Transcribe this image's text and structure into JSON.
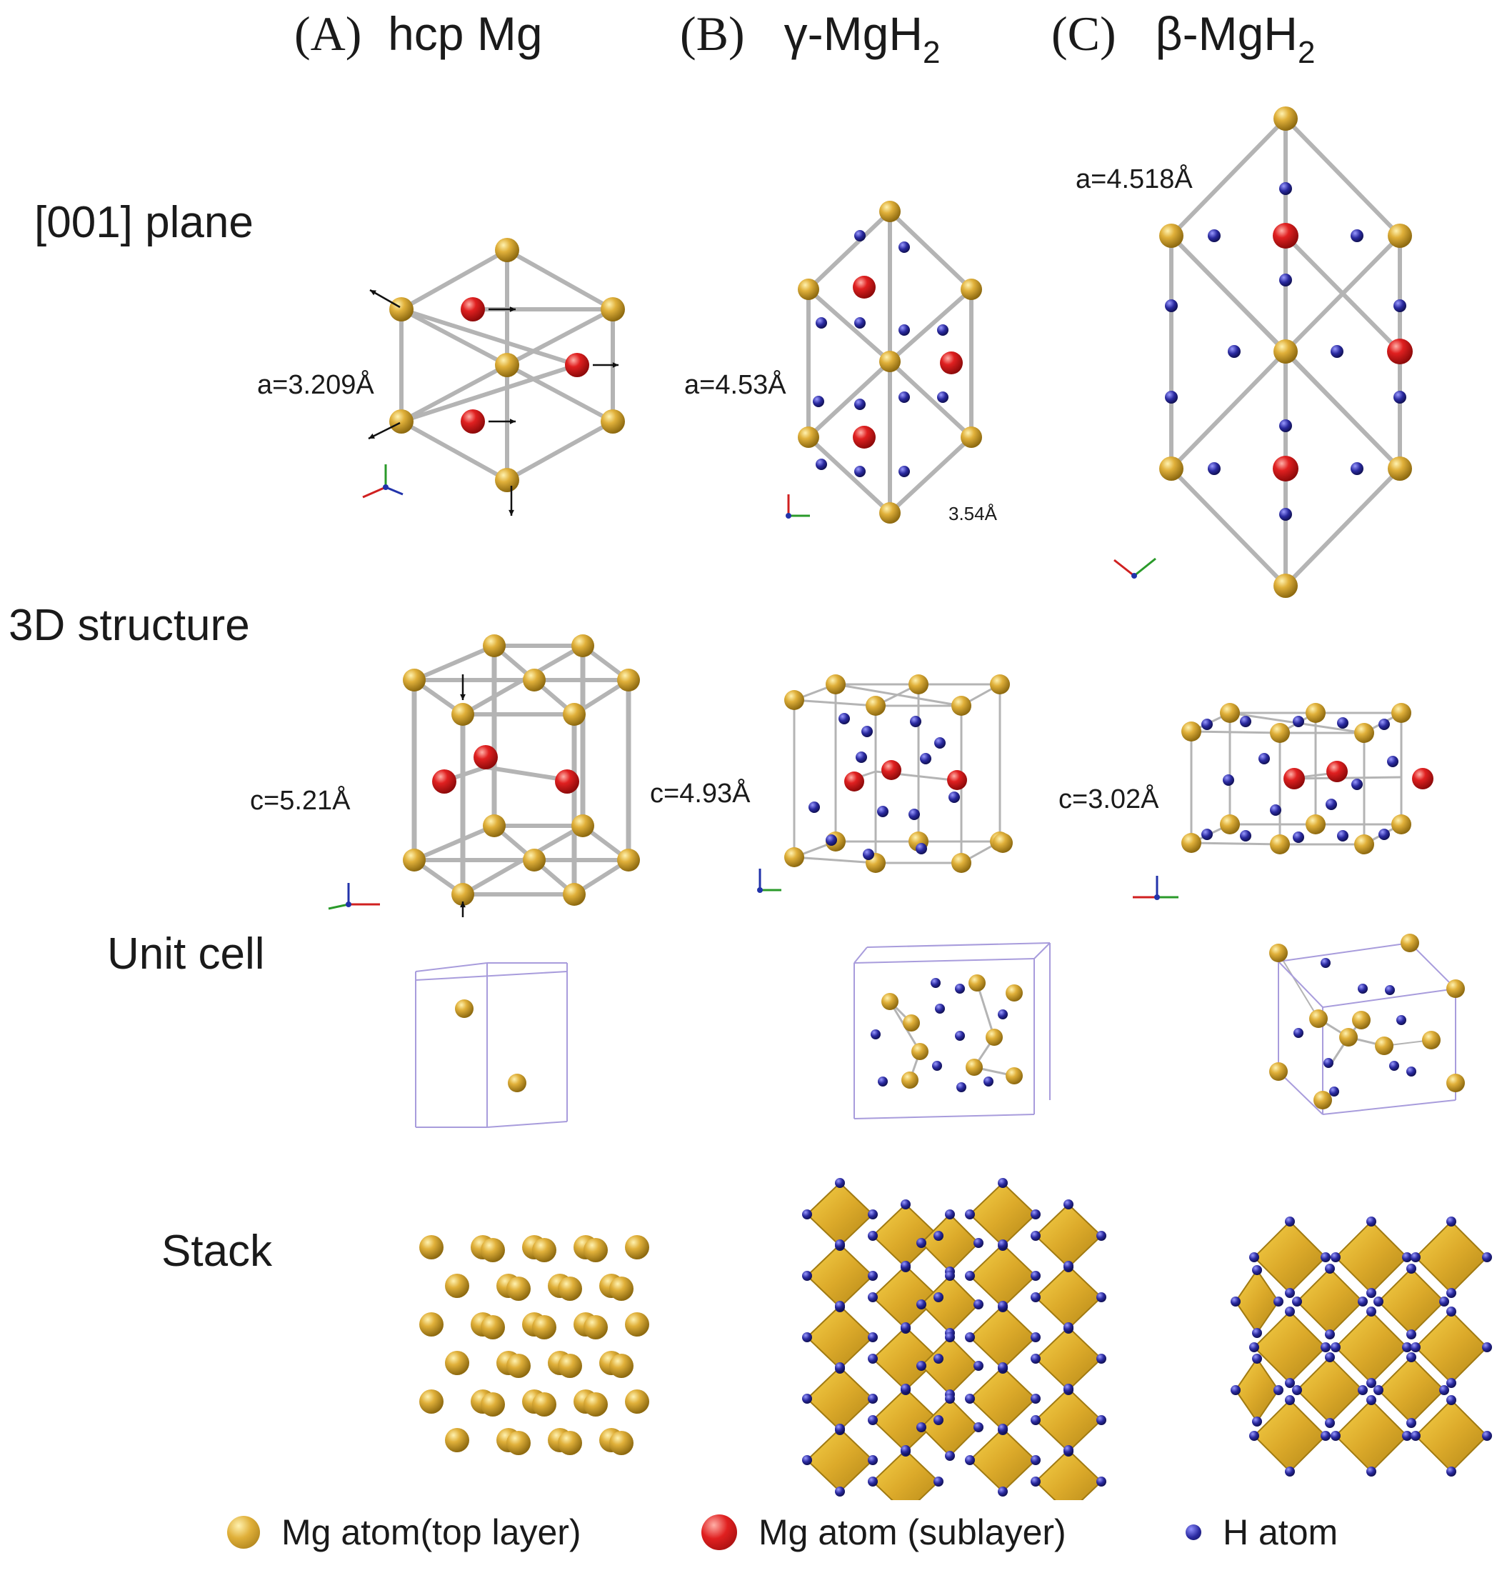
{
  "columns": [
    {
      "letter": "(A)",
      "name": "hcp Mg",
      "sub": ""
    },
    {
      "letter": "(B)",
      "name": "γ-MgH",
      "sub": "2"
    },
    {
      "letter": "(C)",
      "name": "β-MgH",
      "sub": "2"
    }
  ],
  "rows": {
    "plane": "[001] plane",
    "structure": "3D structure",
    "unit_cell": "Unit cell",
    "stack": "Stack"
  },
  "dimensions": {
    "a_hcp": "a=3.209Å",
    "a_gamma": "a=4.53Å",
    "b_gamma": "3.54Å",
    "a_beta": "a=4.518Å",
    "c_hcp": "c=5.21Å",
    "c_gamma": "c=4.93Å",
    "c_beta": "c=3.02Å"
  },
  "legend": {
    "mg_top": "Mg atom(top layer)",
    "mg_sub": "Mg atom (sublayer)",
    "h": "H atom"
  },
  "colors": {
    "mg_top": "#d4a42a",
    "mg_sub": "#d01818",
    "h": "#26269a",
    "bond": "#b4b4b4",
    "cell": "#a89cdc",
    "poly": "#e7b734"
  }
}
